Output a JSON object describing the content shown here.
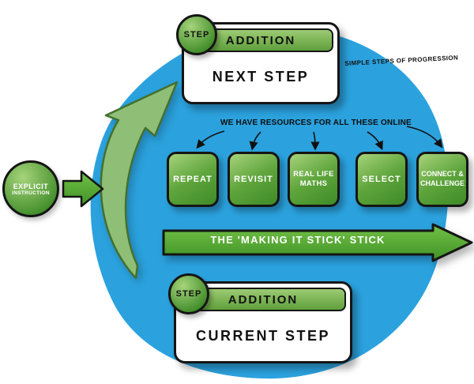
{
  "labels": {
    "explicit_top": "EXPLICIT",
    "explicit_bottom": "INSTRUCTION",
    "simple_steps": "SIMPLE STEPS OF PROGRESSION",
    "resources_note": "WE HAVE RESOURCES FOR ALL THESE ONLINE",
    "stick_banner": "THE 'MAKING IT STICK' STICK"
  },
  "cards": {
    "next": {
      "badge": "STEP",
      "header": "ADDITION",
      "body": "NEXT STEP"
    },
    "current": {
      "badge": "STEP",
      "header": "ADDITION",
      "body": "CURRENT STEP"
    }
  },
  "tiles": [
    {
      "label": "REPEAT"
    },
    {
      "label": "REVISIT"
    },
    {
      "label": "REAL LIFE MATHS"
    },
    {
      "label": "SELECT"
    },
    {
      "label": "CONNECT & CHALLENGE"
    }
  ],
  "colors": {
    "blue": "#2BA2DE",
    "tile_light": "#A6D37B",
    "tile_mid": "#5FA53C",
    "tile_dark": "#3E8B27",
    "card_header_light": "#9CCB73",
    "card_header_dark": "#5F9F3B",
    "swoosh_fill": "#8FBE77",
    "swoosh_stroke": "#44702E",
    "outline": "#151515"
  }
}
